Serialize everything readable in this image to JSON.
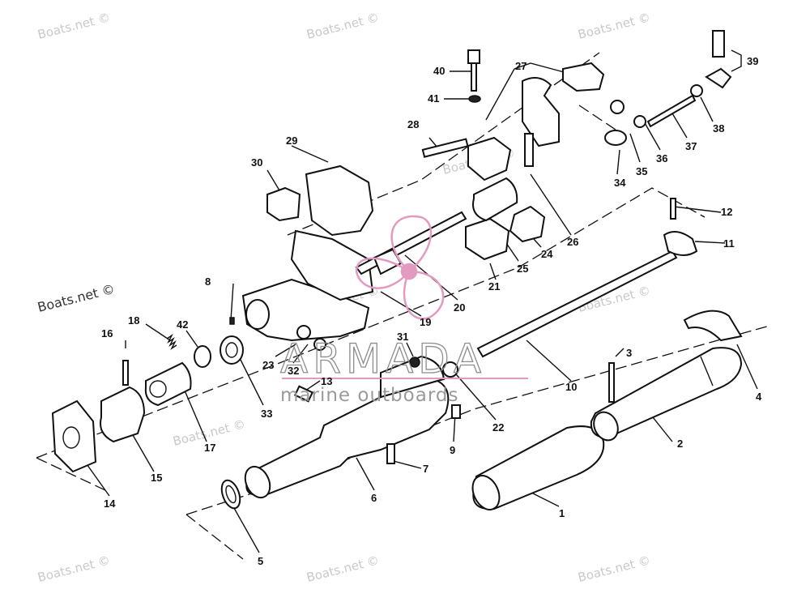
{
  "watermarks": [
    {
      "text": "Boats.net ©"
    },
    {
      "text": "Boats.net ©"
    },
    {
      "text": "Boats.net ©"
    },
    {
      "text": "Boats.net ©"
    },
    {
      "text": "Boats.net ©"
    },
    {
      "text": "Boats.net ©"
    },
    {
      "text": "Boats.net ©"
    },
    {
      "text": "Boats.net ©"
    },
    {
      "text": "Boats.net ©"
    },
    {
      "text": "Boats.net ©"
    },
    {
      "text": "Boats.net ©"
    }
  ],
  "brand": {
    "name": "ARMADA",
    "tagline": "marine outboards",
    "logo_color": "#e39ac0"
  },
  "callouts": [
    "1",
    "2",
    "3",
    "4",
    "5",
    "6",
    "7",
    "8",
    "9",
    "10",
    "11",
    "12",
    "13",
    "14",
    "15",
    "16",
    "17",
    "18",
    "19",
    "20",
    "21",
    "22",
    "23",
    "24",
    "25",
    "26",
    "27",
    "28",
    "29",
    "30",
    "31",
    "32",
    "33",
    "34",
    "35",
    "36",
    "37",
    "38",
    "39",
    "40",
    "41",
    "42"
  ]
}
